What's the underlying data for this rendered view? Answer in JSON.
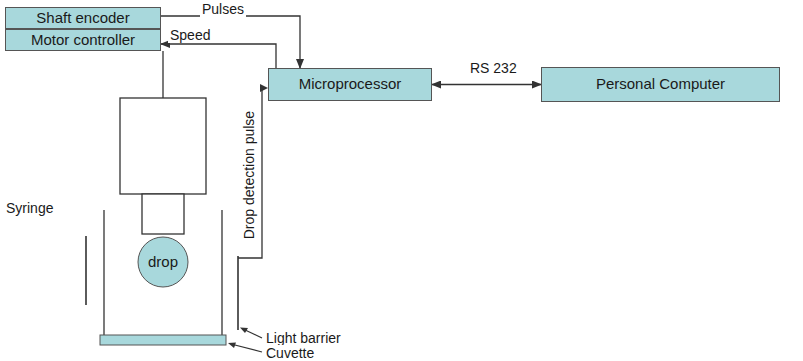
{
  "diagram": {
    "nodes": [
      {
        "text": [
          "Shaft encoder"
        ]
      },
      {
        "text": [
          "Motor controller"
        ]
      },
      {
        "text": [
          "Microprocessor"
        ]
      },
      {
        "text": [
          "Personal Computer"
        ]
      },
      {
        "text": [
          "drop"
        ]
      }
    ],
    "edges": [
      {
        "from": 0,
        "to": 2,
        "label": "Pulses",
        "arrow": "to"
      },
      {
        "from": 2,
        "to": 1,
        "label": "Speed",
        "arrow": "to"
      },
      {
        "from": 2,
        "to": 3,
        "label": "RS 232",
        "arrow": "both"
      }
    ],
    "labels": [
      "Syringe",
      "Drop detection pulse",
      "Light barrier",
      "Cuvette"
    ]
  }
}
